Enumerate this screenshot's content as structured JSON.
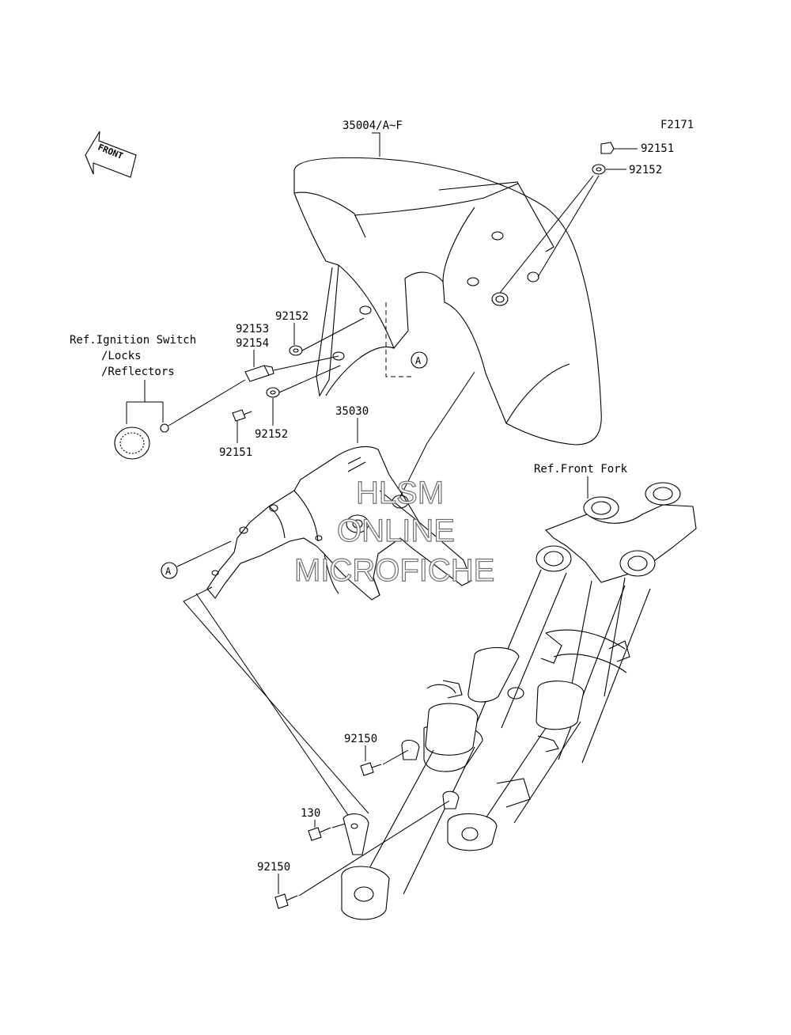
{
  "figure_code": "F2171",
  "direction_arrow": "FRONT",
  "labels": {
    "fender": "35004/A~F",
    "bracket": "35030",
    "bolt_top": "92151",
    "washer_top": "92152",
    "washer_mid": "92152",
    "spacer_a": "92153",
    "spacer_b": "92154",
    "washer_low": "92152",
    "bolt_low": "92151",
    "bolt_fork": "92150",
    "bolt_130": "130",
    "bolt_fork_low": "92150",
    "ref_ignition_1": "Ref.Ignition Switch",
    "ref_ignition_2": "/Locks",
    "ref_ignition_3": "/Reflectors",
    "ref_front_fork": "Ref.Front Fork",
    "callout_a": "A"
  },
  "watermark": {
    "line1": "HLSM",
    "line2": "ONLINE",
    "line3": "MICROFICHE"
  }
}
